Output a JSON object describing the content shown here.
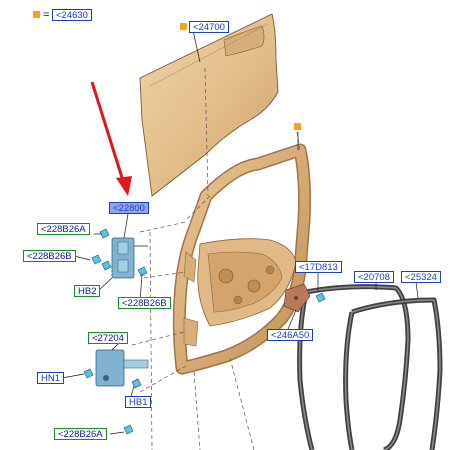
{
  "legend": {
    "symbol_color": "#f2a51d",
    "equals": "=",
    "label": "<24630"
  },
  "callouts": {
    "outer_panel": "<24700",
    "hinge_assembly": "<22800",
    "bolt_upper_a": "<228B26A",
    "bolt_upper_b": "<228B26B",
    "bolt_hb2": "HB2",
    "bolt_lower_b": "<228B26B",
    "check_arm": "<27204",
    "nut_hn1": "HN1",
    "bolt_hb1": "HB1",
    "bolt_bottom_a": "<228B26A",
    "striker": "<17D813",
    "bracket": "<246A50",
    "weatherstrip_a": "<20708",
    "weatherstrip_b": "<25324"
  },
  "colors": {
    "panel": "#e8c696",
    "frame": "#d9b07e",
    "hardware": "#6fb4cc",
    "seal": "#4a4a4a",
    "arrow": "#e01818"
  }
}
